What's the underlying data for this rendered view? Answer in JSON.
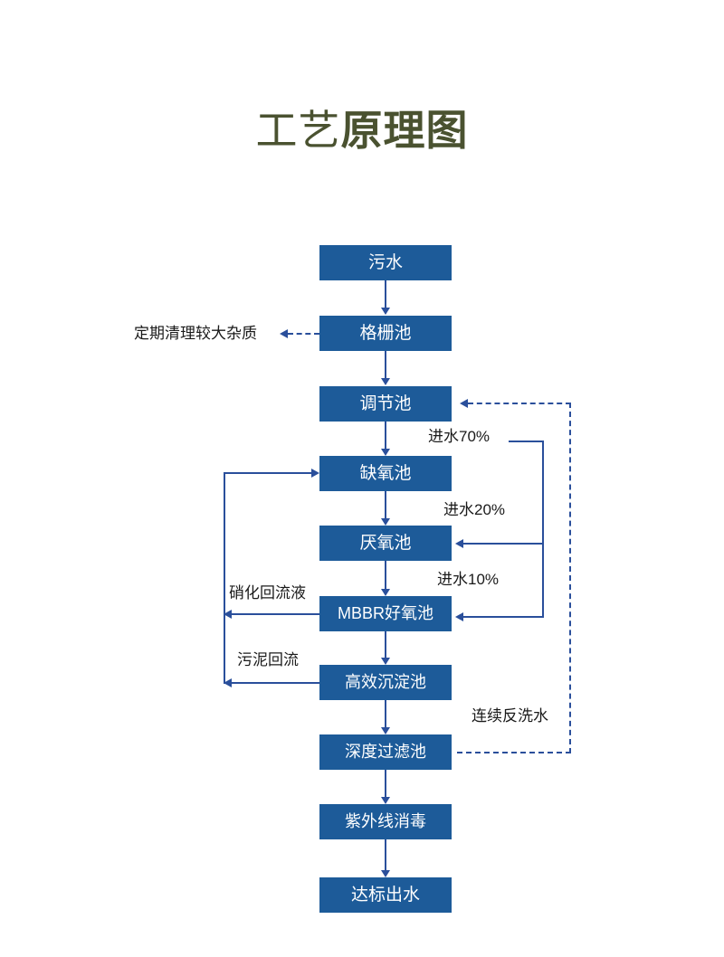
{
  "title": {
    "light_part": "工艺",
    "bold_part": "原理图",
    "full": "工艺原理图",
    "color": "#4a5230"
  },
  "theme": {
    "box_fill": "#1d5b99",
    "box_text": "#ffffff",
    "line_color": "#2a4f9b",
    "label_color": "#1a1a1a",
    "background": "#ffffff"
  },
  "diagram": {
    "type": "flowchart",
    "orientation": "top-to-bottom",
    "nodes": [
      {
        "id": "inflow",
        "label": "污水"
      },
      {
        "id": "grille",
        "label": "格栅池"
      },
      {
        "id": "regulating",
        "label": "调节池"
      },
      {
        "id": "anoxic",
        "label": "缺氧池"
      },
      {
        "id": "anaerobic",
        "label": "厌氧池"
      },
      {
        "id": "mbbr",
        "label": "MBBR好氧池"
      },
      {
        "id": "sediment",
        "label": "高效沉淀池"
      },
      {
        "id": "filter",
        "label": "深度过滤池"
      },
      {
        "id": "uv",
        "label": "紫外线消毒"
      },
      {
        "id": "outflow",
        "label": "达标出水"
      }
    ],
    "annotations": [
      {
        "id": "grit-removal",
        "text": "定期清理较大杂质",
        "style": "dashed",
        "from": "grille",
        "direction": "left"
      },
      {
        "id": "influent-70",
        "text": "进水70%",
        "style": "solid",
        "to": "anoxic",
        "direction": "left"
      },
      {
        "id": "influent-20",
        "text": "进水20%",
        "style": "solid",
        "to": "anaerobic",
        "direction": "left"
      },
      {
        "id": "influent-10",
        "text": "进水10%",
        "style": "solid",
        "to": "mbbr",
        "direction": "left"
      },
      {
        "id": "nitrify-return",
        "text": "硝化回流液",
        "style": "solid",
        "from": "mbbr",
        "to": "anoxic",
        "direction": "left"
      },
      {
        "id": "sludge-return",
        "text": "污泥回流",
        "style": "solid",
        "from": "sediment",
        "to": "anoxic",
        "direction": "left"
      },
      {
        "id": "backwash-water",
        "text": "连续反洗水",
        "style": "dashed",
        "from": "filter",
        "to": "regulating",
        "direction": "up"
      }
    ]
  }
}
